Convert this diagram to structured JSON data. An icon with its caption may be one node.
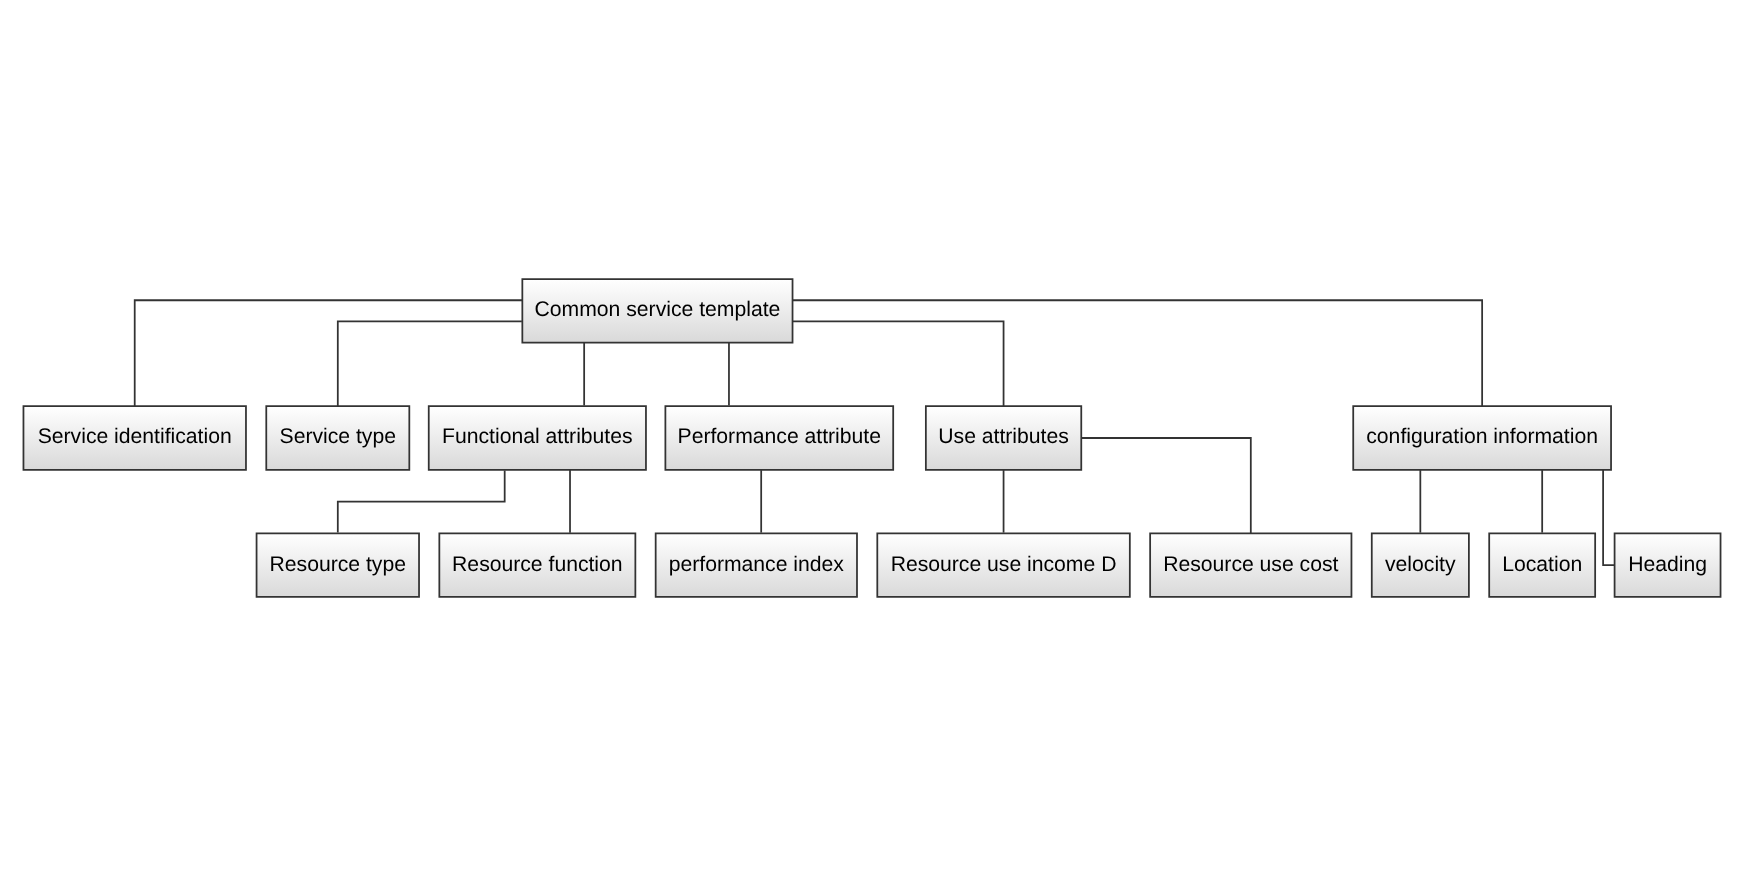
{
  "diagram": {
    "nodes": [
      {
        "text": [
          "Common service template"
        ]
      },
      {
        "text": [
          "Service identification"
        ]
      },
      {
        "text": [
          "Service type"
        ]
      },
      {
        "text": [
          "Functional attributes"
        ]
      },
      {
        "text": [
          "Performance attribute"
        ]
      },
      {
        "text": [
          "Use attributes"
        ]
      },
      {
        "text": [
          "configuration information"
        ]
      },
      {
        "text": [
          "Resource type"
        ]
      },
      {
        "text": [
          "Resource function"
        ]
      },
      {
        "text": [
          "performance index"
        ]
      },
      {
        "text": [
          "Resource use income D"
        ]
      },
      {
        "text": [
          "Resource use cost"
        ]
      },
      {
        "text": [
          "velocity"
        ]
      },
      {
        "text": [
          "Location"
        ]
      },
      {
        "text": [
          "Heading"
        ]
      }
    ],
    "edges": [
      {
        "from": 0,
        "to": 1,
        "arrow": "none"
      },
      {
        "from": 0,
        "to": 2,
        "arrow": "none"
      },
      {
        "from": 0,
        "to": 3,
        "arrow": "none"
      },
      {
        "from": 0,
        "to": 4,
        "arrow": "none"
      },
      {
        "from": 0,
        "to": 5,
        "arrow": "none"
      },
      {
        "from": 0,
        "to": 6,
        "arrow": "none"
      },
      {
        "from": 3,
        "to": 7,
        "arrow": "none"
      },
      {
        "from": 3,
        "to": 8,
        "arrow": "none"
      },
      {
        "from": 4,
        "to": 9,
        "arrow": "none"
      },
      {
        "from": 5,
        "to": 10,
        "arrow": "none"
      },
      {
        "from": 5,
        "to": 11,
        "arrow": "none"
      },
      {
        "from": 6,
        "to": 12,
        "arrow": "none"
      },
      {
        "from": 6,
        "to": 13,
        "arrow": "none"
      },
      {
        "from": 6,
        "to": 14,
        "arrow": "none"
      }
    ]
  }
}
